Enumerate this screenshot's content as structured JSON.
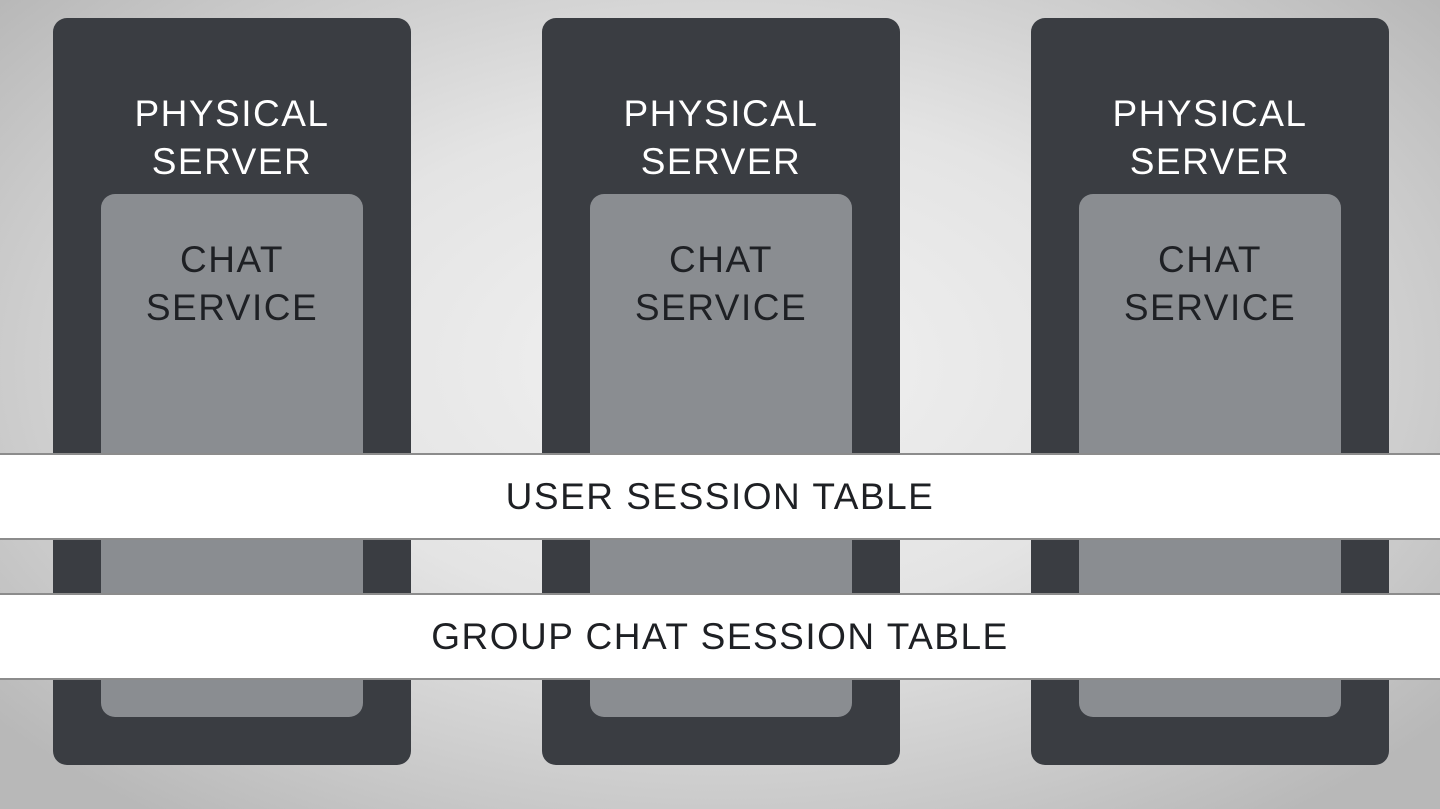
{
  "servers": [
    {
      "title": "PHYSICAL\nSERVER",
      "service": "CHAT\nSERVICE"
    },
    {
      "title": "PHYSICAL\nSERVER",
      "service": "CHAT\nSERVICE"
    },
    {
      "title": "PHYSICAL\nSERVER",
      "service": "CHAT\nSERVICE"
    }
  ],
  "tables": {
    "user_session": "USER SESSION TABLE",
    "group_chat_session": "GROUP CHAT SESSION TABLE"
  },
  "colors": {
    "server_bg": "#3a3d42",
    "service_bg": "#8a8d91",
    "table_bg": "#ffffff",
    "text_light": "#ffffff",
    "text_dark": "#1e2024"
  }
}
